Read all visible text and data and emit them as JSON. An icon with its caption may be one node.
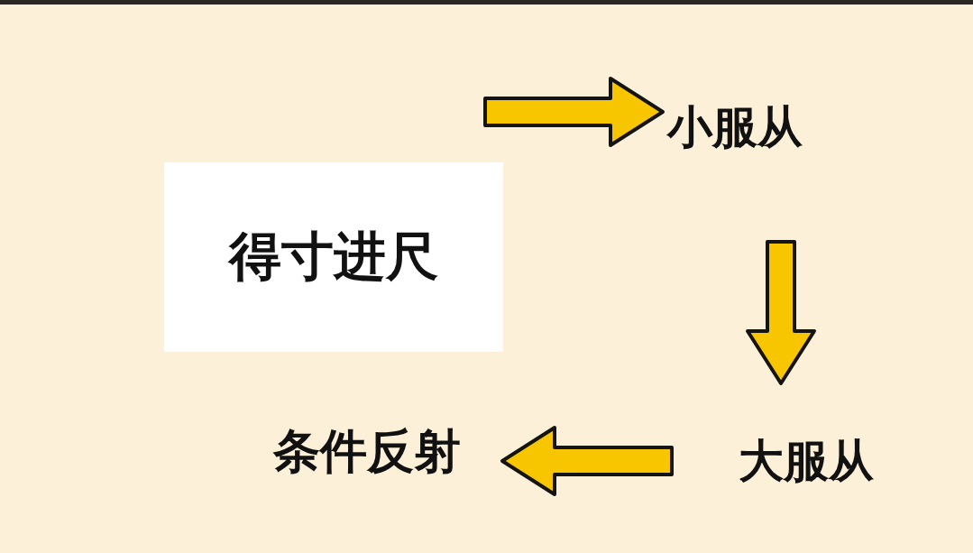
{
  "diagram": {
    "nodes": [
      {
        "text": [
          "得寸进尺"
        ]
      },
      {
        "text": [
          "小服从"
        ]
      },
      {
        "text": [
          "大服从"
        ]
      },
      {
        "text": [
          "条件反射"
        ]
      }
    ],
    "edges": [
      {
        "from": null,
        "to": 1,
        "arrow": "to"
      },
      {
        "from": 1,
        "to": 2,
        "arrow": "to"
      },
      {
        "from": 2,
        "to": 3,
        "arrow": "to"
      }
    ]
  }
}
